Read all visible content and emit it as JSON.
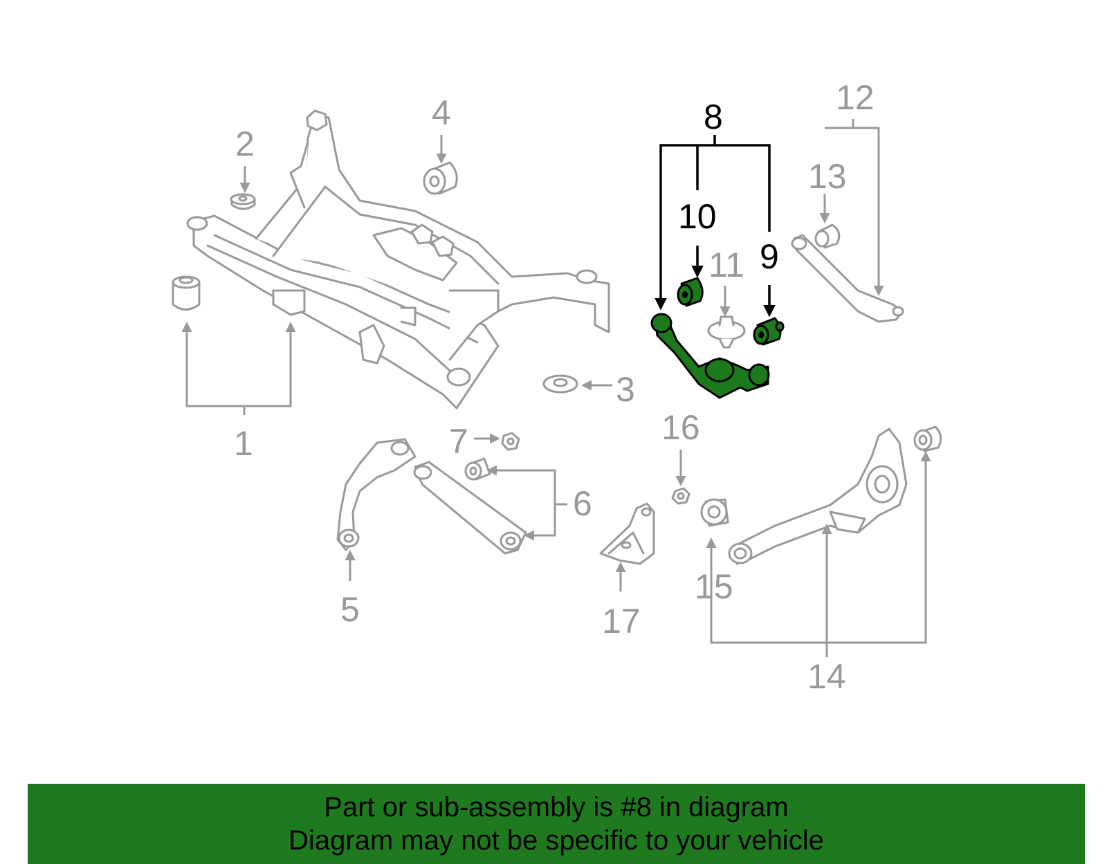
{
  "callouts": {
    "c1": "1",
    "c2": "2",
    "c3": "3",
    "c4": "4",
    "c5": "5",
    "c6": "6",
    "c7": "7",
    "c8": "8",
    "c9": "9",
    "c10": "10",
    "c11": "11",
    "c12": "12",
    "c13": "13",
    "c14": "14",
    "c15": "15",
    "c16": "16",
    "c17": "17"
  },
  "highlighted_part": "8",
  "colors": {
    "highlight": "#1f7a1f",
    "part_line": "#999999",
    "banner": "#1f7a1f"
  },
  "banner": {
    "line1": "Part or sub-assembly is #8 in diagram",
    "line2": "Diagram may not be specific to your vehicle"
  }
}
